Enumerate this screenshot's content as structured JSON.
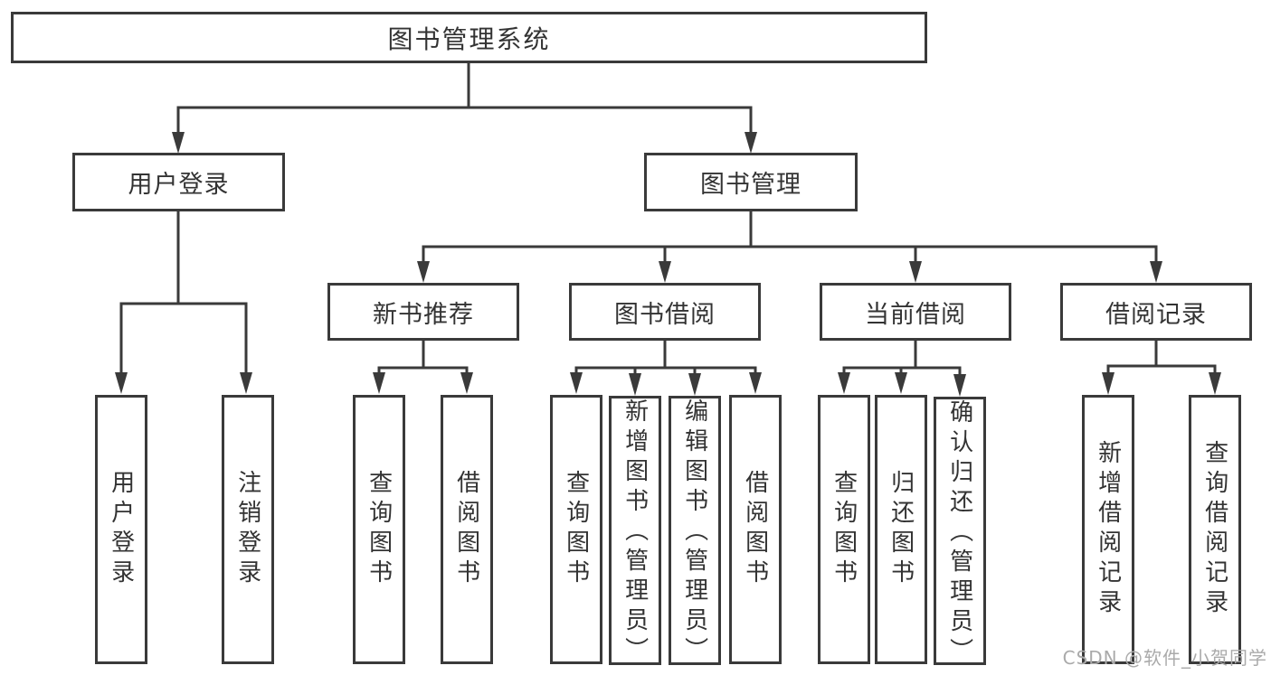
{
  "tree": {
    "root": "图书管理系统",
    "branches": [
      {
        "label": "用户登录",
        "children": [
          "用户登录",
          "注销登录"
        ]
      },
      {
        "label": "图书管理",
        "sections": [
          {
            "label": "新书推荐",
            "children": [
              "查询图书",
              "借阅图书"
            ]
          },
          {
            "label": "图书借阅",
            "children": [
              "查询图书",
              "新增图书（管理员）",
              "编辑图书（管理员）",
              "借阅图书"
            ]
          },
          {
            "label": "当前借阅",
            "children": [
              "查询图书",
              "归还图书",
              "确认归还（管理员）"
            ]
          },
          {
            "label": "借阅记录",
            "children": [
              "新增借阅记录",
              "查询借阅记录"
            ]
          }
        ]
      }
    ]
  },
  "watermark": {
    "text": "CSDN @软件_小贺同学"
  },
  "colors": {
    "line": "#3a3a3a",
    "text": "#333333",
    "watermark": "#aaaaaa",
    "background": "#ffffff"
  }
}
